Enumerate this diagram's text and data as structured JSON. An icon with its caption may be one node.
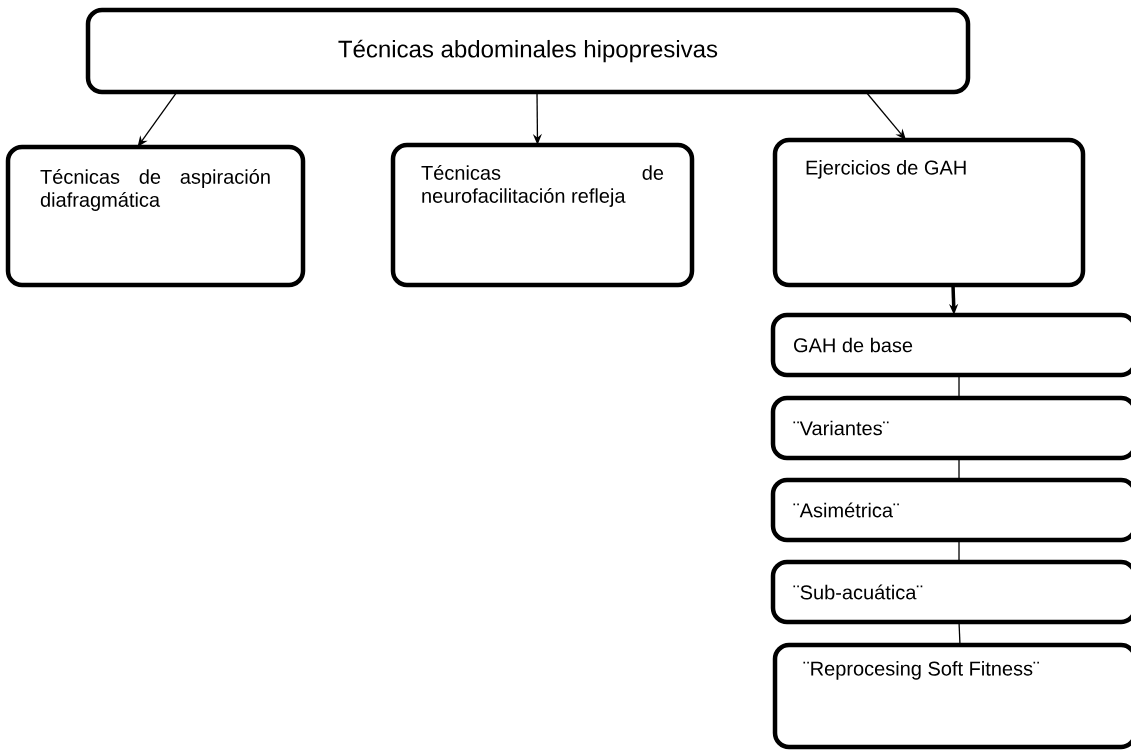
{
  "diagram": {
    "nodes": [
      {
        "text": [
          "Técnicas abdominales hipopresivas"
        ]
      },
      {
        "text": [
          "Técnicas de aspiración diafragmática"
        ]
      },
      {
        "text": [
          "Técnicas de neurofacilitación refleja"
        ]
      },
      {
        "text": [
          "Ejercicios de GAH"
        ]
      },
      {
        "text": [
          "GAH de base"
        ]
      },
      {
        "text": [
          "¨Variantes¨"
        ]
      },
      {
        "text": [
          "¨Asimétrica¨"
        ]
      },
      {
        "text": [
          "¨Sub-acuática¨"
        ]
      },
      {
        "text": [
          "¨Reprocesing Soft Fitness¨"
        ]
      }
    ],
    "edges": [
      {
        "from": 0,
        "to": 1,
        "arrow": "to"
      },
      {
        "from": 0,
        "to": 2,
        "arrow": "to"
      },
      {
        "from": 0,
        "to": 3,
        "arrow": "to"
      },
      {
        "from": 3,
        "to": 4,
        "arrow": "to",
        "style": "thick"
      },
      {
        "from": 4,
        "to": 5,
        "arrow": "none"
      },
      {
        "from": 5,
        "to": 6,
        "arrow": "none"
      },
      {
        "from": 6,
        "to": 7,
        "arrow": "none"
      },
      {
        "from": 7,
        "to": 8,
        "arrow": "none"
      }
    ]
  }
}
